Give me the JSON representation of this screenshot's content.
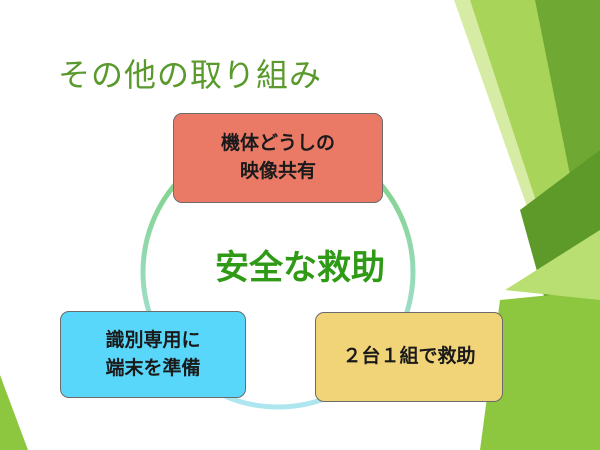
{
  "slide": {
    "title": "その他の取り組み",
    "center_text": "安全な救助",
    "nodes": [
      {
        "line1": "機体どうしの",
        "line2": "映像共有",
        "color": "#ea7a66"
      },
      {
        "line1": "識別専用に",
        "line2": "端末を準備",
        "color": "#59d7fb"
      },
      {
        "line1": "２台１組で救助",
        "line2": "",
        "color": "#f2d478"
      }
    ]
  },
  "theme": {
    "title_color": "#5a9a2c",
    "center_color": "#2f9a16",
    "ring_color": "#9ee0b8",
    "accent_green": "#8dc63f"
  }
}
